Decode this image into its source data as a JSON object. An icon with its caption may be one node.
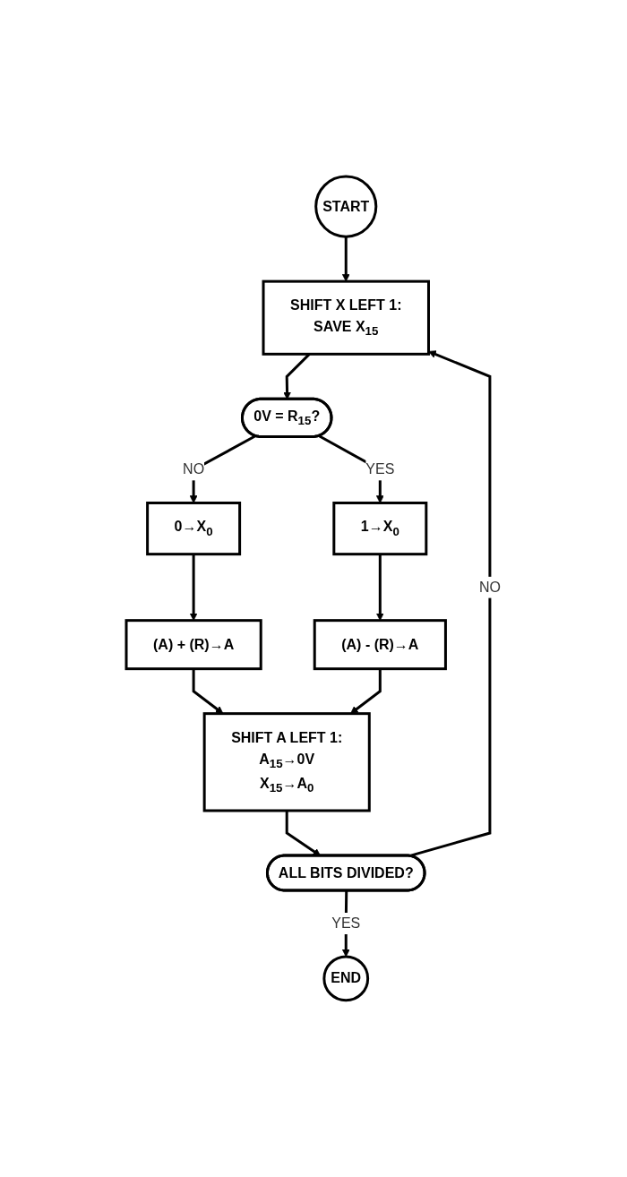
{
  "diagram": {
    "nodes": [
      {
        "text": [
          "START"
        ]
      },
      {
        "text": [
          "SHIFT X LEFT 1:",
          "SAVE X$_{15}$"
        ]
      },
      {
        "text": [
          "0V = R$_{15}$?"
        ]
      },
      {
        "text": [
          "0→X$_{0}$"
        ]
      },
      {
        "text": [
          "1→X$_{0}$"
        ]
      },
      {
        "text": [
          "(A) + (R)→A"
        ]
      },
      {
        "text": [
          "(A) - (R)→A"
        ]
      },
      {
        "text": [
          "SHIFT A LEFT 1:",
          "A$_{15}$→0V",
          "X$_{15}$→A$_{0}$"
        ]
      },
      {
        "text": [
          "ALL BITS DIVIDED?"
        ]
      },
      {
        "text": [
          "END"
        ]
      }
    ],
    "edges": [
      {
        "from": 0,
        "to": 1,
        "arrow": "to"
      },
      {
        "from": 1,
        "to": 2,
        "arrow": "to"
      },
      {
        "from": 2,
        "to": 3,
        "label": "NO",
        "arrow": "to"
      },
      {
        "from": 2,
        "to": 4,
        "label": "YES",
        "arrow": "to"
      },
      {
        "from": 3,
        "to": 5,
        "arrow": "to"
      },
      {
        "from": 4,
        "to": 6,
        "arrow": "to"
      },
      {
        "from": 5,
        "to": 7,
        "arrow": "to"
      },
      {
        "from": 6,
        "to": 7,
        "arrow": "to"
      },
      {
        "from": 7,
        "to": 8,
        "arrow": "to"
      },
      {
        "from": 8,
        "to": 9,
        "label": "YES",
        "arrow": "to"
      },
      {
        "from": 8,
        "to": 1,
        "label": "NO",
        "arrow": "to"
      }
    ]
  }
}
